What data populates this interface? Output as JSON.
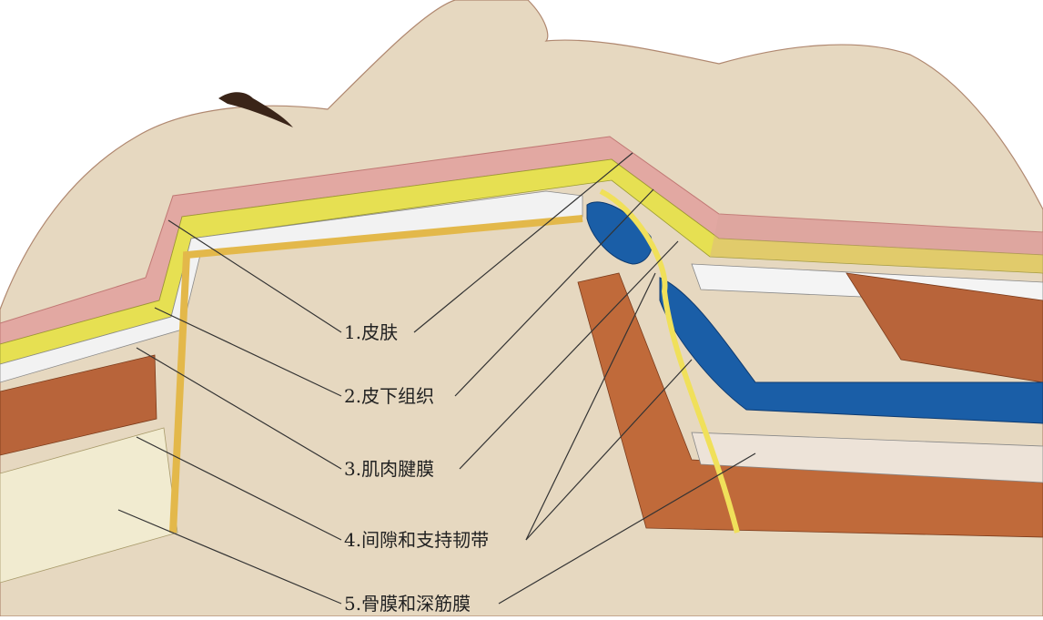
{
  "labels": [
    {
      "text": "1.皮肤"
    },
    {
      "text": "2.皮下组织"
    },
    {
      "text": "3.肌肉腱膜"
    },
    {
      "text": "4.间隙和支持韧带"
    },
    {
      "text": "5.骨膜和深筋膜"
    }
  ],
  "colors": {
    "skin_surface": "#e6d8c0",
    "skin_edge": "#d08a86",
    "fat_yellow": "#e6e052",
    "fascia_white": "#f2f2f2",
    "muscle_brown": "#b8643a",
    "bone_cream": "#f1ebd0",
    "fat_pad_blue": "#1a5ea7",
    "nerve_yellow": "#f0e05a",
    "leader_line": "#333333"
  }
}
